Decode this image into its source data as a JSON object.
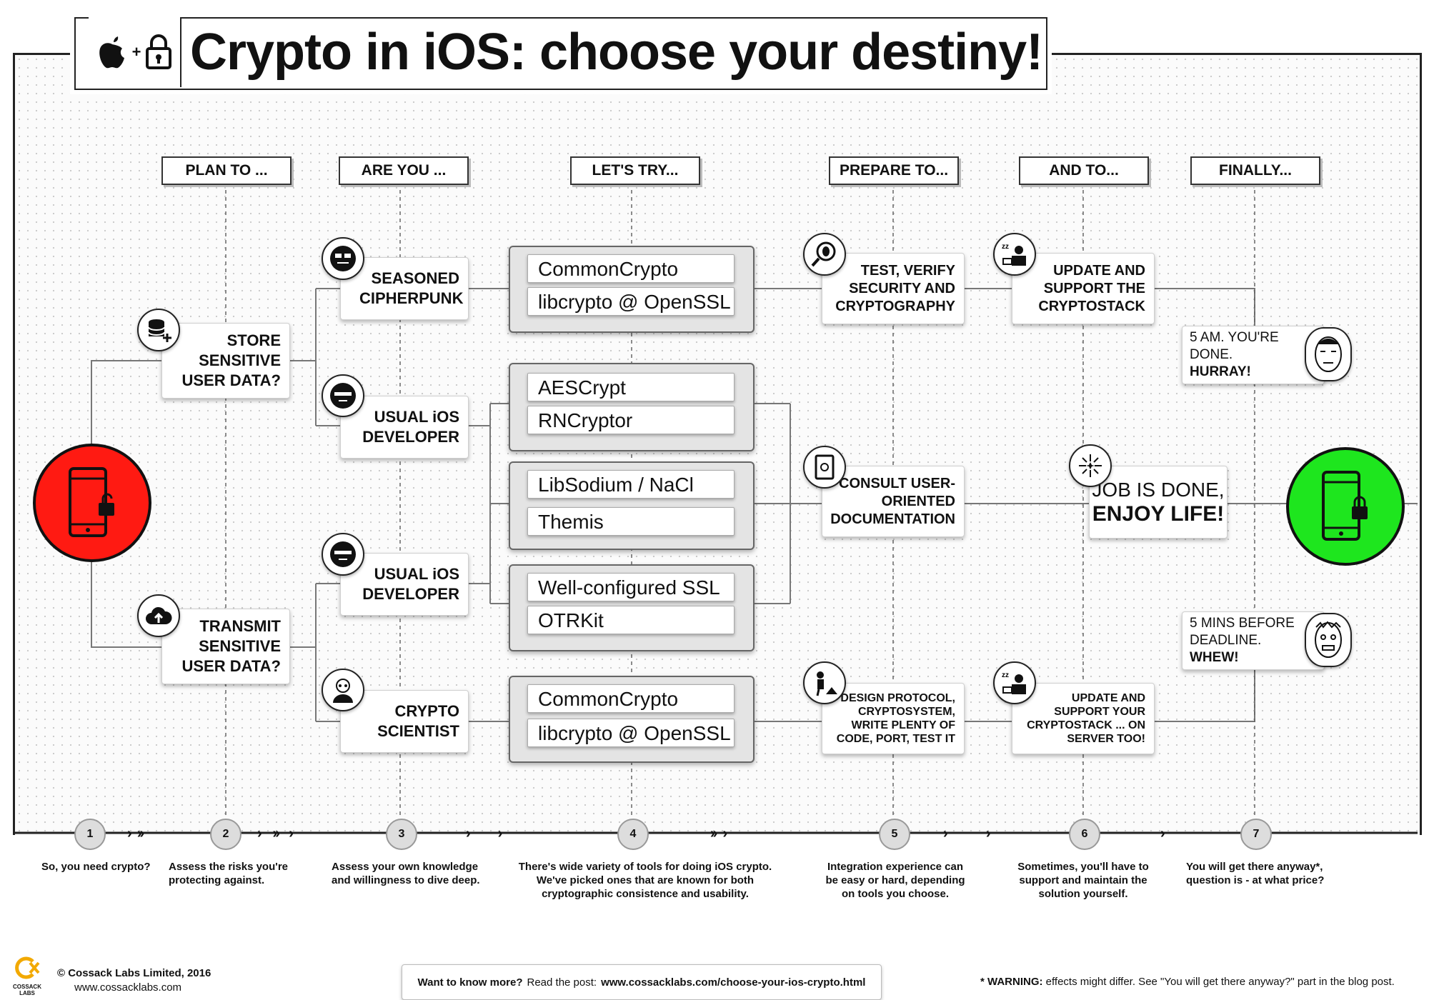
{
  "title": "Crypto in iOS: choose your destiny!",
  "headers": [
    "PLAN TO ...",
    "ARE YOU ...",
    "LET'S TRY...",
    "PREPARE TO...",
    "AND TO...",
    "FINALLY..."
  ],
  "plans": {
    "store": "STORE SENSITIVE USER DATA?",
    "transmit": "TRANSMIT SENSITIVE USER DATA?"
  },
  "personas": {
    "cipherpunk": "SEASONED CIPHERPUNK",
    "dev1": "USUAL iOS DEVELOPER",
    "dev2": "USUAL iOS DEVELOPER",
    "scientist": "CRYPTO SCIENTIST"
  },
  "tools": {
    "g1": [
      "CommonCrypto",
      "libcrypto @ OpenSSL"
    ],
    "g2": [
      "AESCrypt",
      "RNCryptor"
    ],
    "g3": [
      "LibSodium / NaCl",
      "Themis"
    ],
    "g4": [
      "Well-configured SSL",
      "OTRKit"
    ],
    "g5": [
      "CommonCrypto",
      "libcrypto @ OpenSSL"
    ]
  },
  "prepare": {
    "test": "TEST, VERIFY SECURITY AND CRYPTOGRAPHY",
    "consult": "CONSULT USER-ORIENTED DOCUMENTATION",
    "design": "DESIGN PROTOCOL, CRYPTOSYSTEM, WRITE PLENTY OF CODE, PORT, TEST IT"
  },
  "and_to": {
    "update": "UPDATE AND SUPPORT THE CRYPTOSTACK",
    "job_line1": "JOB IS DONE,",
    "job_line2": "ENJOY LIFE!",
    "update_server": "UPDATE AND SUPPORT YOUR CRYPTOSTACK ... ON SERVER TOO!"
  },
  "finally": {
    "am_line1": "5 AM. YOU'RE",
    "am_line2": "DONE.",
    "am_line3": "HURRAY!",
    "mins_line1": "5 MINS BEFORE",
    "mins_line2": "DEADLINE.",
    "mins_line3": "WHEW!"
  },
  "steps": [
    "1",
    "2",
    "3",
    "4",
    "5",
    "6",
    "7"
  ],
  "descriptions": {
    "d1": "So, you need crypto?",
    "d2": "Assess the risks you're protecting against.",
    "d3": "Assess your own knowledge and willingness to dive deep.",
    "d4": "There's wide variety of tools for doing iOS crypto. We've picked ones that are known for both cryptographic consistence and usability.",
    "d5": "Integration experience can be easy or hard, depending on tools you choose.",
    "d6": "Sometimes, you'll have to support and maintain the solution yourself.",
    "d7": "You will get there anyway*, question is - at what price?"
  },
  "footer": {
    "logo_text": "CO\nCOSSACK LABS",
    "copyright": "© Cossack Labs Limited, 2016",
    "site": "www.cossacklabs.com",
    "more_label": "Want to know more?",
    "more_text": "Read the post:",
    "more_url": "www.cossacklabs.com/choose-your-ios-crypto.html",
    "warning_label": "* WARNING:",
    "warning_text": "effects might differ. See \"You will get there anyway?\" part in the blog post."
  },
  "colors": {
    "start": "#ff1a12",
    "end": "#1ee61e"
  }
}
